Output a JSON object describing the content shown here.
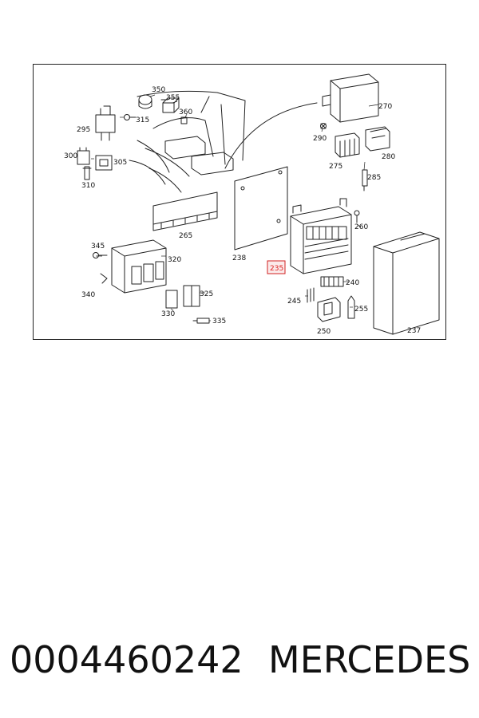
{
  "diagram": {
    "callouts": {
      "c350": "350",
      "c355": "355",
      "c360": "360",
      "c315": "315",
      "c295": "295",
      "c300": "300",
      "c305": "305",
      "c310": "310",
      "c265": "265",
      "c238": "238",
      "c235": "235",
      "c270": "270",
      "c290": "290",
      "c275": "275",
      "c280": "280",
      "c285": "285",
      "c260": "260",
      "c240": "240",
      "c245": "245",
      "c250": "250",
      "c255": "255",
      "c237": "237",
      "c345": "345",
      "c320": "320",
      "c340": "340",
      "c325": "325",
      "c330": "330",
      "c335": "335"
    },
    "highlight_color": "#d22222"
  },
  "caption": {
    "part_number": "0004460242",
    "brand": "MERCEDES"
  }
}
